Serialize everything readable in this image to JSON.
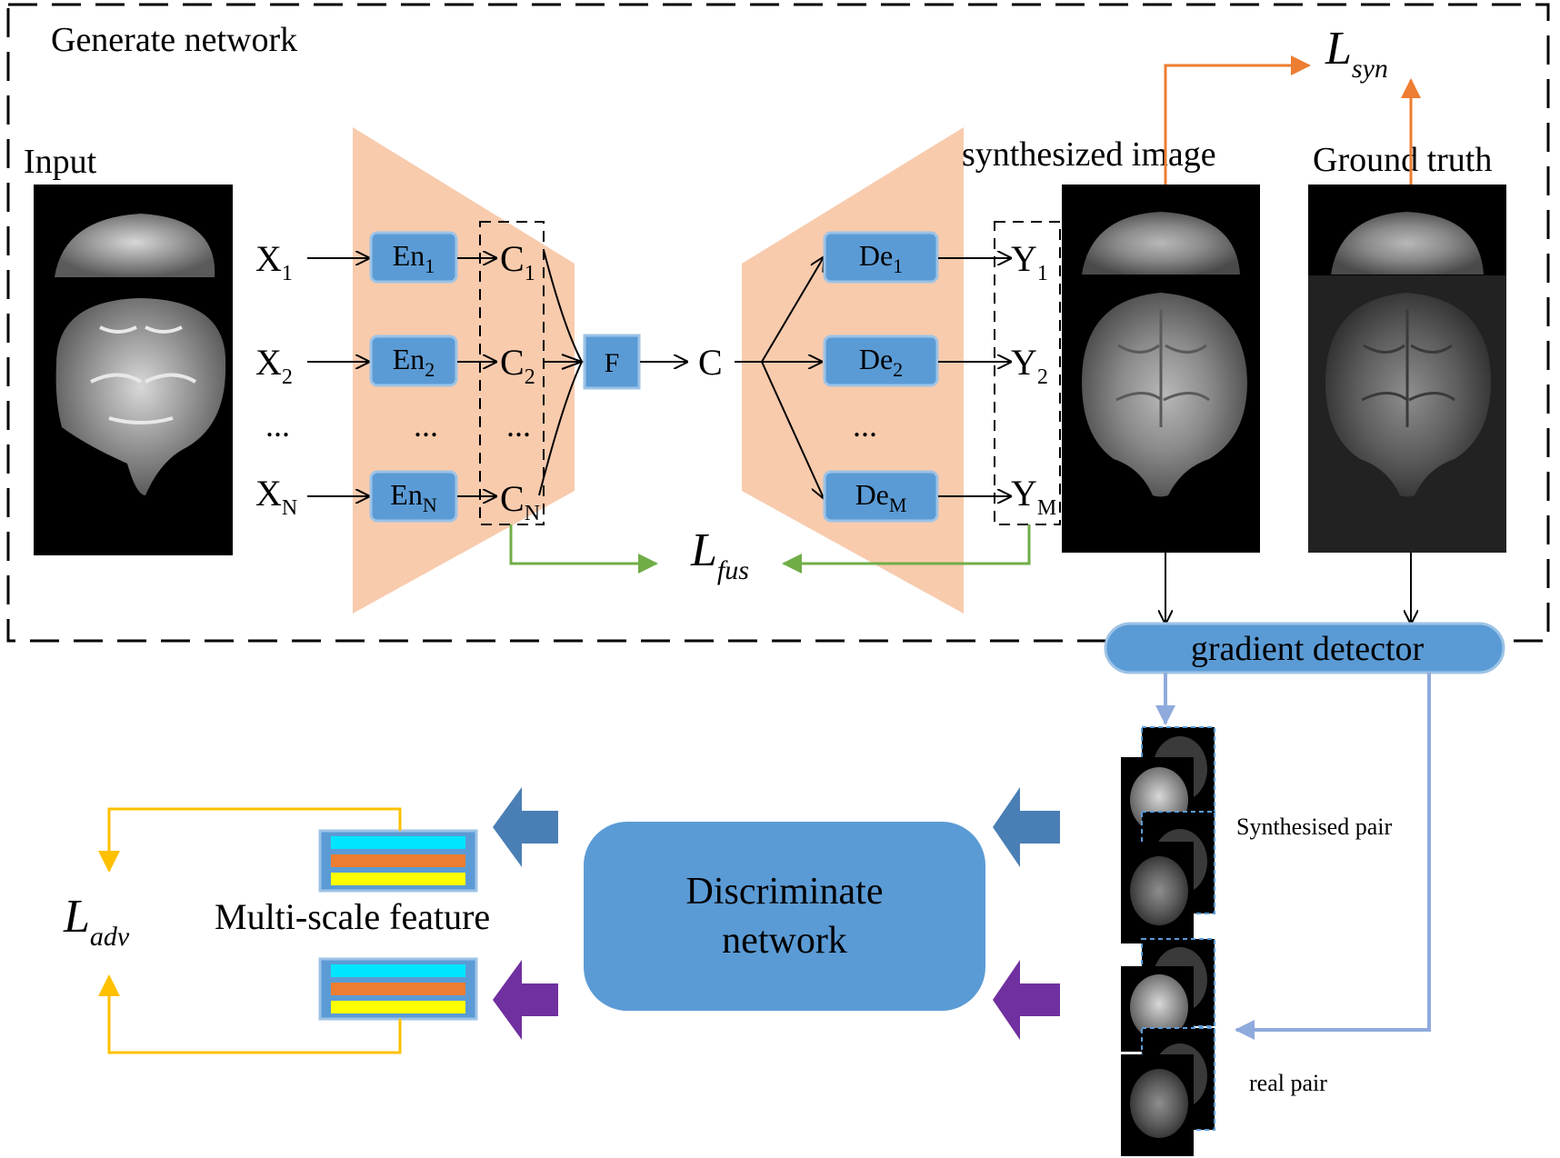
{
  "generator": {
    "title": "Generate network",
    "input_label": "Input",
    "synth_label": "synthesized image",
    "truth_label": "Ground truth",
    "inputs": [
      {
        "base": "X",
        "sub": "1"
      },
      {
        "base": "X",
        "sub": "2"
      },
      {
        "base": "X",
        "sub": "N"
      }
    ],
    "encoders": [
      {
        "base": "En",
        "sub": "1"
      },
      {
        "base": "En",
        "sub": "2"
      },
      {
        "base": "En",
        "sub": "N"
      }
    ],
    "codes": [
      {
        "base": "C",
        "sub": "1"
      },
      {
        "base": "C",
        "sub": "2"
      },
      {
        "base": "C",
        "sub": "N"
      }
    ],
    "fusion_label": "F",
    "fused_code": "C",
    "decoders": [
      {
        "base": "De",
        "sub": "1"
      },
      {
        "base": "De",
        "sub": "2"
      },
      {
        "base": "De",
        "sub": "M"
      }
    ],
    "outputs": [
      {
        "base": "Y",
        "sub": "1"
      },
      {
        "base": "Y",
        "sub": "2"
      },
      {
        "base": "Y",
        "sub": "M"
      }
    ],
    "ellipsis": "...",
    "loss_fus": {
      "base": "L",
      "sub": "fus"
    },
    "loss_syn": {
      "base": "L",
      "sub": "syn"
    }
  },
  "detector_label": "gradient detector",
  "discriminator": {
    "line1": "Discriminate",
    "line2": "network",
    "synth_pair_label": "Synthesised pair",
    "real_pair_label": "real pair",
    "feature_label": "Multi-scale feature",
    "loss_adv": {
      "base": "L",
      "sub": "adv"
    }
  },
  "colors": {
    "trapezoid": "#f8cbad",
    "block": "#5b9bd5",
    "block_border": "#9dc3e6",
    "orange_arrow": "#ed7d31",
    "green_arrow": "#70ad47",
    "light_blue": "#8faadc",
    "dark_blue_arrow": "#4a7fb5",
    "purple_arrow": "#7030a0",
    "yellow_arrow": "#ffc000",
    "feat_cyan": "#00e5ff",
    "feat_orange": "#ed7d31",
    "feat_yellow": "#ffff00"
  }
}
